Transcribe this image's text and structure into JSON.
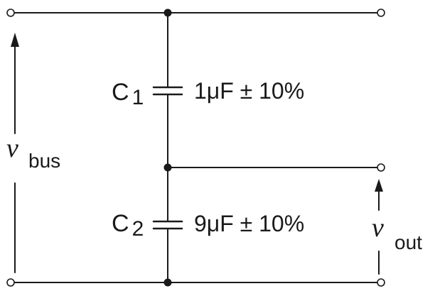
{
  "capacitors": [
    {
      "symbol": "C",
      "subscript": "1",
      "value": "1μF ± 10%"
    },
    {
      "symbol": "C",
      "subscript": "2",
      "value": "9μF ± 10%"
    }
  ],
  "voltages": {
    "bus": {
      "symbol": "v",
      "subscript": "bus"
    },
    "out": {
      "symbol": "v",
      "subscript": "out"
    }
  },
  "colors": {
    "ink": "#1a1a1a",
    "background": "#ffffff"
  }
}
